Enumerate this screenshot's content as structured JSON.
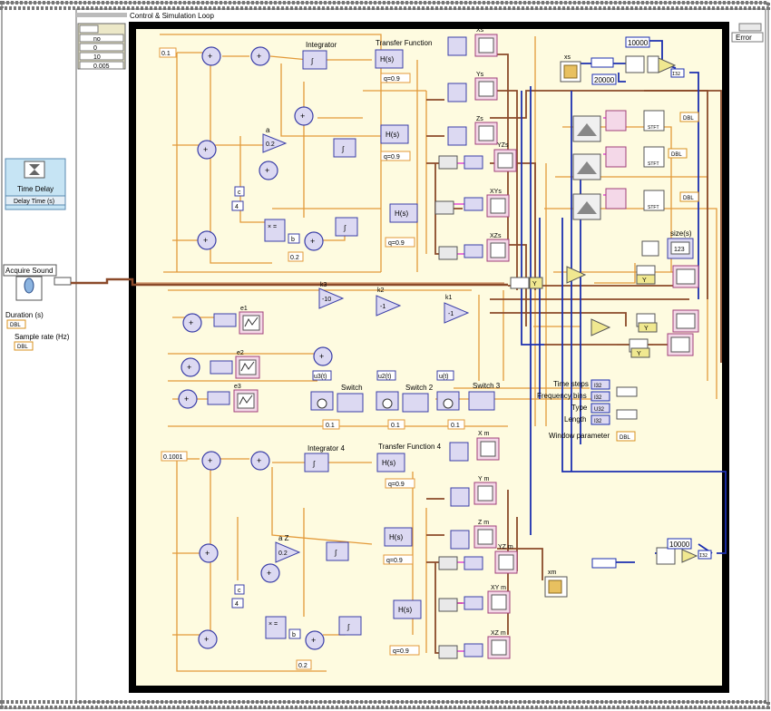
{
  "outer_loop": {
    "title": "Control & Simulation Loop",
    "error_label": "Error"
  },
  "sim_params": [
    "no",
    "0",
    "10",
    "0.005"
  ],
  "time_delay": {
    "title": "Time Delay",
    "param": "Delay Time (s)"
  },
  "acquire": {
    "title": "Acquire Sound",
    "duration": "Duration (s)",
    "rate": "Sample rate (Hz)"
  },
  "dtype": "DBL",
  "labels": {
    "integrator": "Integrator",
    "transfer": "Transfer Function",
    "integrator4": "Integrator 4",
    "transfer4": "Transfer Function 4",
    "a": "a",
    "az": "a Z",
    "c": "c",
    "b": "b",
    "k1": "k1",
    "k2": "k2",
    "k3": "k3",
    "u3": "u3(t)",
    "u2": "u2(t)",
    "u": "u(t)",
    "switch": "Switch",
    "switch2": "Switch 2",
    "switch3": "Switch 3",
    "e1": "e1",
    "e2": "e2",
    "e3": "e3",
    "xs": "Xs",
    "ys": "Ys",
    "zs": "Zs",
    "yzs": "YZs",
    "xys": "XYs",
    "xzs": "XZs",
    "xm": "X m",
    "ym": "Y m",
    "zm": "Z m",
    "yzm": "YZ m",
    "xym": "XY m",
    "xzm": "XZ m",
    "xs_lo": "xs",
    "xm_lo": "xm",
    "size": "size(s)",
    "time_steps": "Time steps",
    "freq_bins": "Frequency bins",
    "type": "Type",
    "length": "Length",
    "window": "Window parameter",
    "stft": "STFT",
    "y": "Y",
    "hs": "H(s)",
    "i32": "I32",
    "u32": "U32"
  },
  "constants": {
    "c01": "0.1",
    "c1001": "0.1001",
    "c02a": "0.2",
    "c02b": "0.2",
    "c4a": "4",
    "c4b": "4",
    "q": "q=0.9",
    "k3v": "-10",
    "k2v": "-1",
    "k1v": "-1",
    "n10000a": "10000",
    "n20000": "20000",
    "n10000b": "10000",
    "n123": "123",
    "sw": "0.1"
  },
  "colors": {
    "orange_wire": "#e39a3a",
    "dark_wire": "#8b4a2a",
    "blue_wire": "#1c2fb0",
    "loop_bg": "#fefbe0",
    "loop_border": "#000000",
    "pink_wire": "#e04bd6"
  }
}
